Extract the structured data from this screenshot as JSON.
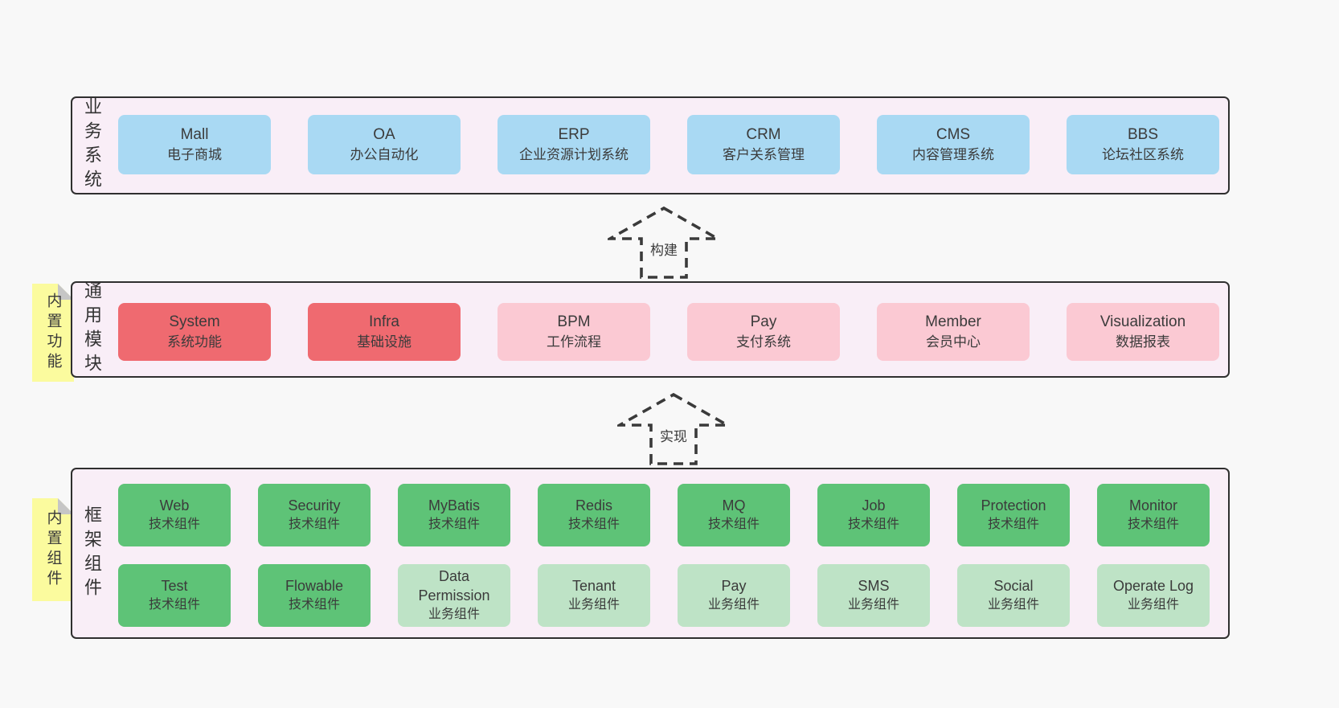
{
  "colors": {
    "page_bg": "#f8f8f8",
    "panel_bg": "#f9eef7",
    "panel_border": "#2f2f2f",
    "blue": "#a9d9f3",
    "red": "#ef6a70",
    "pink": "#fbc9d3",
    "green": "#5ec377",
    "light_green": "#bee3c6",
    "yellow": "#fbfb9e",
    "fold": "#c6c6c6",
    "text": "#3b3b3b",
    "arrow": "#3a3a3a"
  },
  "arrows": {
    "build": "构建",
    "implement": "实现"
  },
  "business": {
    "panel_label": "业务系统",
    "boxes": [
      {
        "title": "Mall",
        "subtitle": "电子商城",
        "variant": "blue"
      },
      {
        "title": "OA",
        "subtitle": "办公自动化",
        "variant": "blue"
      },
      {
        "title": "ERP",
        "subtitle": "企业资源计划系统",
        "variant": "blue"
      },
      {
        "title": "CRM",
        "subtitle": "客户关系管理",
        "variant": "blue"
      },
      {
        "title": "CMS",
        "subtitle": "内容管理系统",
        "variant": "blue"
      },
      {
        "title": "BBS",
        "subtitle": "论坛社区系统",
        "variant": "blue"
      }
    ]
  },
  "modules": {
    "tab_label": "内置功能",
    "panel_label": "通用模块",
    "boxes": [
      {
        "title": "System",
        "subtitle": "系统功能",
        "variant": "red"
      },
      {
        "title": "Infra",
        "subtitle": "基础设施",
        "variant": "red"
      },
      {
        "title": "BPM",
        "subtitle": "工作流程",
        "variant": "pink"
      },
      {
        "title": "Pay",
        "subtitle": "支付系统",
        "variant": "pink"
      },
      {
        "title": "Member",
        "subtitle": "会员中心",
        "variant": "pink"
      },
      {
        "title": "Visualization",
        "subtitle": "数据报表",
        "variant": "pink"
      }
    ]
  },
  "components": {
    "tab_label": "内置组件",
    "panel_label": "框架组件",
    "row1": [
      {
        "title": "Web",
        "subtitle": "技术组件",
        "variant": "green"
      },
      {
        "title": "Security",
        "subtitle": "技术组件",
        "variant": "green"
      },
      {
        "title": "MyBatis",
        "subtitle": "技术组件",
        "variant": "green"
      },
      {
        "title": "Redis",
        "subtitle": "技术组件",
        "variant": "green"
      },
      {
        "title": "MQ",
        "subtitle": "技术组件",
        "variant": "green"
      },
      {
        "title": "Job",
        "subtitle": "技术组件",
        "variant": "green"
      },
      {
        "title": "Protection",
        "subtitle": "技术组件",
        "variant": "green"
      },
      {
        "title": "Monitor",
        "subtitle": "技术组件",
        "variant": "green"
      }
    ],
    "row2": [
      {
        "title": "Test",
        "subtitle": "技术组件",
        "variant": "green"
      },
      {
        "title": "Flowable",
        "subtitle": "技术组件",
        "variant": "green"
      },
      {
        "title": "Data Permission",
        "subtitle": "业务组件",
        "variant": "light-green"
      },
      {
        "title": "Tenant",
        "subtitle": "业务组件",
        "variant": "light-green"
      },
      {
        "title": "Pay",
        "subtitle": "业务组件",
        "variant": "light-green"
      },
      {
        "title": "SMS",
        "subtitle": "业务组件",
        "variant": "light-green"
      },
      {
        "title": "Social",
        "subtitle": "业务组件",
        "variant": "light-green"
      },
      {
        "title": "Operate Log",
        "subtitle": "业务组件",
        "variant": "light-green"
      }
    ]
  }
}
